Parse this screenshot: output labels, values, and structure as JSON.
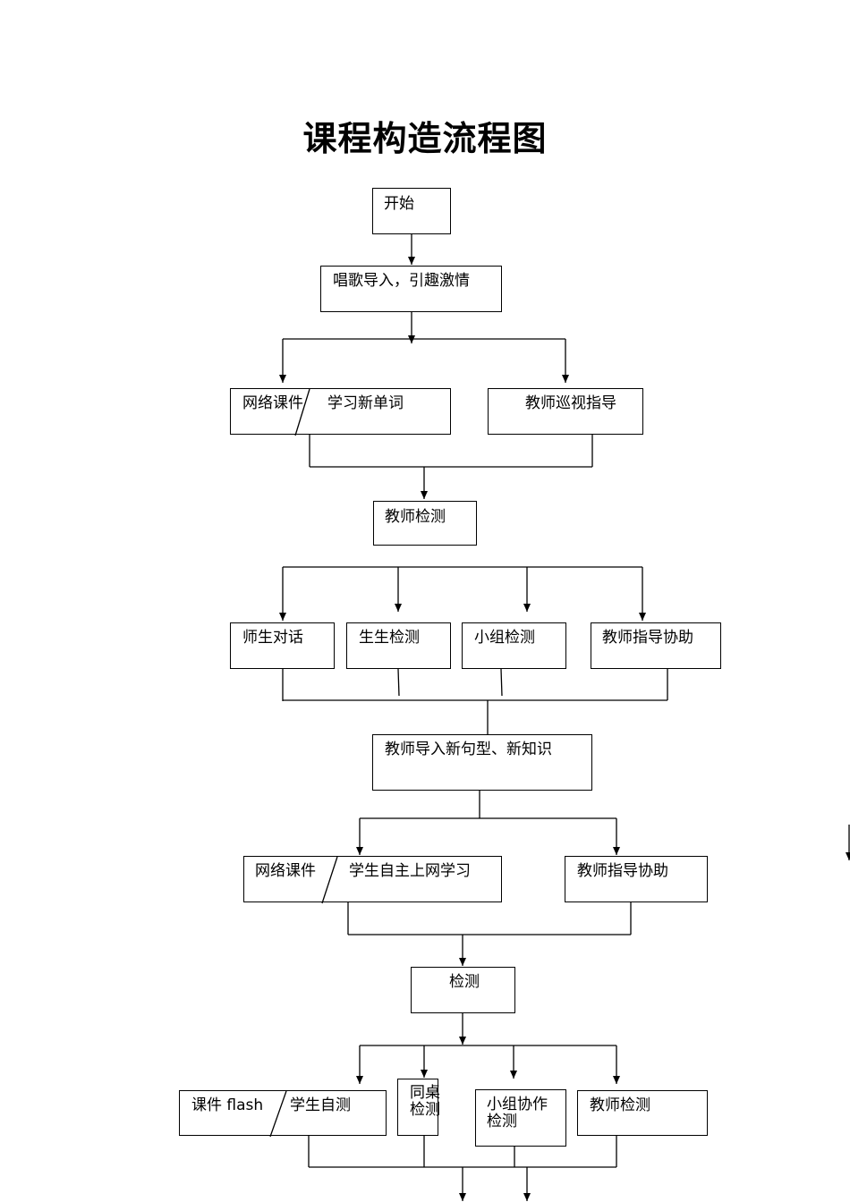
{
  "title": "课程构造流程图",
  "nodes": {
    "start": "开始",
    "intro": "唱歌导入，引趣激情",
    "net_courseware_1": "网络课件",
    "learn_new_words": "学习新单词",
    "teacher_patrol": "教师巡视指导",
    "teacher_check_1": "教师检测",
    "teacher_student_dialogue": "师生对话",
    "student_student_check": "生生检测",
    "group_check": "小组检测",
    "teacher_guide_help_1": "教师指导协助",
    "teacher_new_sentences": "教师导入新句型、新知识",
    "net_courseware_2": "网络课件",
    "student_self_study_online": "学生自主上网学习",
    "teacher_guide_help_2": "教师指导协助",
    "check": "检测",
    "courseware_flash": "课件 flash",
    "student_self_test": "学生自测",
    "deskmate_check_line1": "同桌",
    "deskmate_check_line2": "检测",
    "group_collab_line1": "小组协作",
    "group_collab_line2": "检测",
    "teacher_check_2": "教师检测"
  }
}
